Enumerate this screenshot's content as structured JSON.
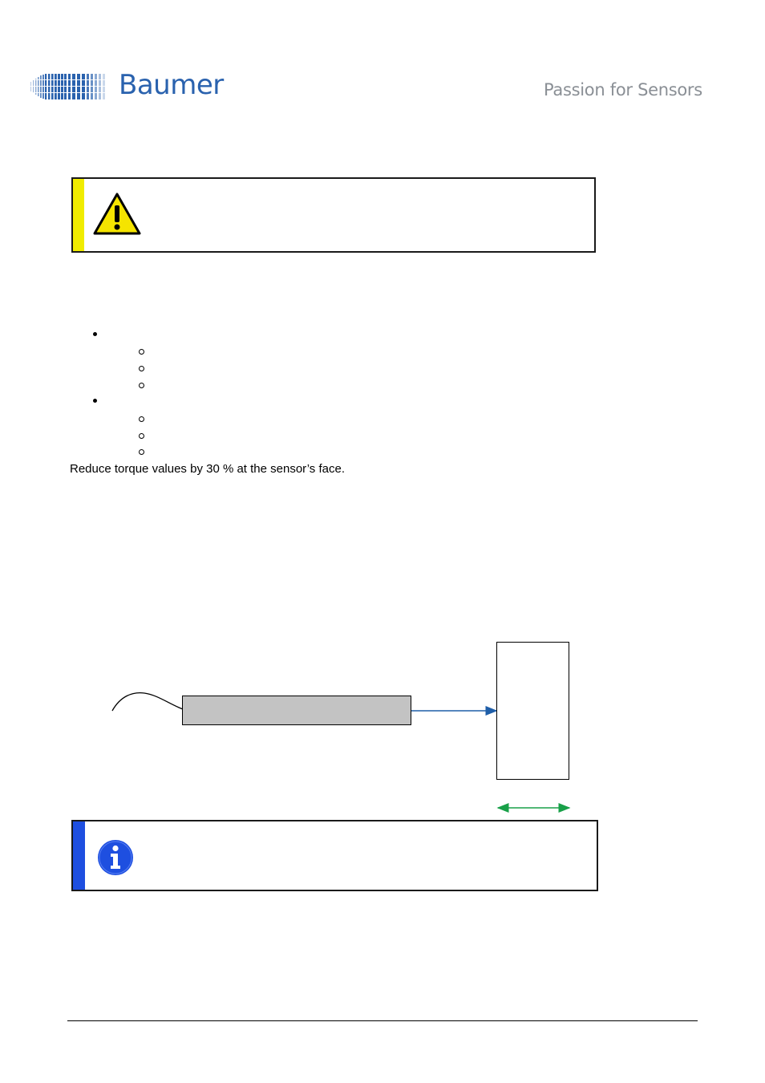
{
  "header": {
    "brand": "Baumer",
    "tagline": "Passion for Sensors",
    "logo_icon": "baumer-logo-icon"
  },
  "warning": {
    "icon": "warning-triangle-icon",
    "bar_color": "#f0ec00"
  },
  "notes": {
    "torque": "Reduce torque values by 30 % at the sensor’s face."
  },
  "info": {
    "icon": "info-icon",
    "bar_color": "#1e4fe0"
  },
  "colors": {
    "brand_blue": "#2a62ae",
    "beam_arrow": "#1f5ea8",
    "range_arrow": "#18a048",
    "sensor_body": "#c3c3c3"
  }
}
